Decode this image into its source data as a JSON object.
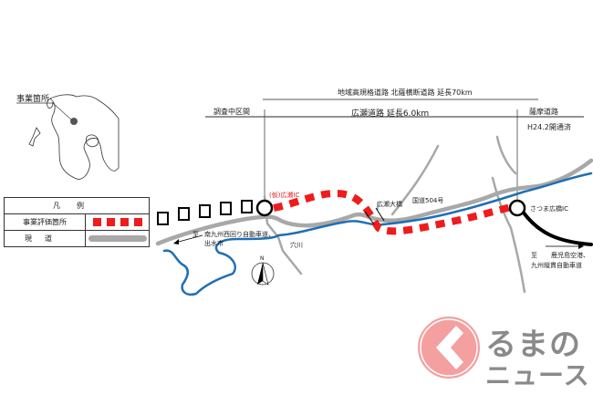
{
  "inset_map": {
    "label": "事業箇所"
  },
  "legend": {
    "title": "凡例",
    "rows": [
      {
        "label": "事業評価箇所",
        "symbol": "red-dashed-line"
      },
      {
        "label": "現道",
        "symbol": "gray-line"
      }
    ]
  },
  "header": {
    "overall_road": "地域高規格道路 北薩横断道路 延長70km",
    "survey_section": "調査中区間",
    "project_road": "広瀬道路 延長6.0km",
    "adjacent_road": "薩摩道路",
    "adjacent_road_status": "H24.2開通済"
  },
  "map_labels": {
    "ic_west": "(仮)広瀬IC",
    "ic_east": "さつま広橋IC",
    "bridge": "広瀬大橋",
    "national_route": "国道504号",
    "river": "穴川",
    "to_west_prefix": "至",
    "to_west_line1": "南九州西回り自動車道、",
    "to_west_line2": "出水市",
    "to_east_prefix": "至",
    "to_east_line1": "鹿児島空港、",
    "to_east_line2": "九州縦貫自動車道",
    "north": "N"
  },
  "colors": {
    "project": "#ee1c1c",
    "road": "#a8a8a8",
    "river": "#1f6fb5",
    "built_road": "#000000",
    "logo_pink": "#f4a0a0",
    "logo_gray": "#8a8a8a"
  },
  "logo": {
    "line1": "るまの",
    "line2": "ニュース"
  }
}
